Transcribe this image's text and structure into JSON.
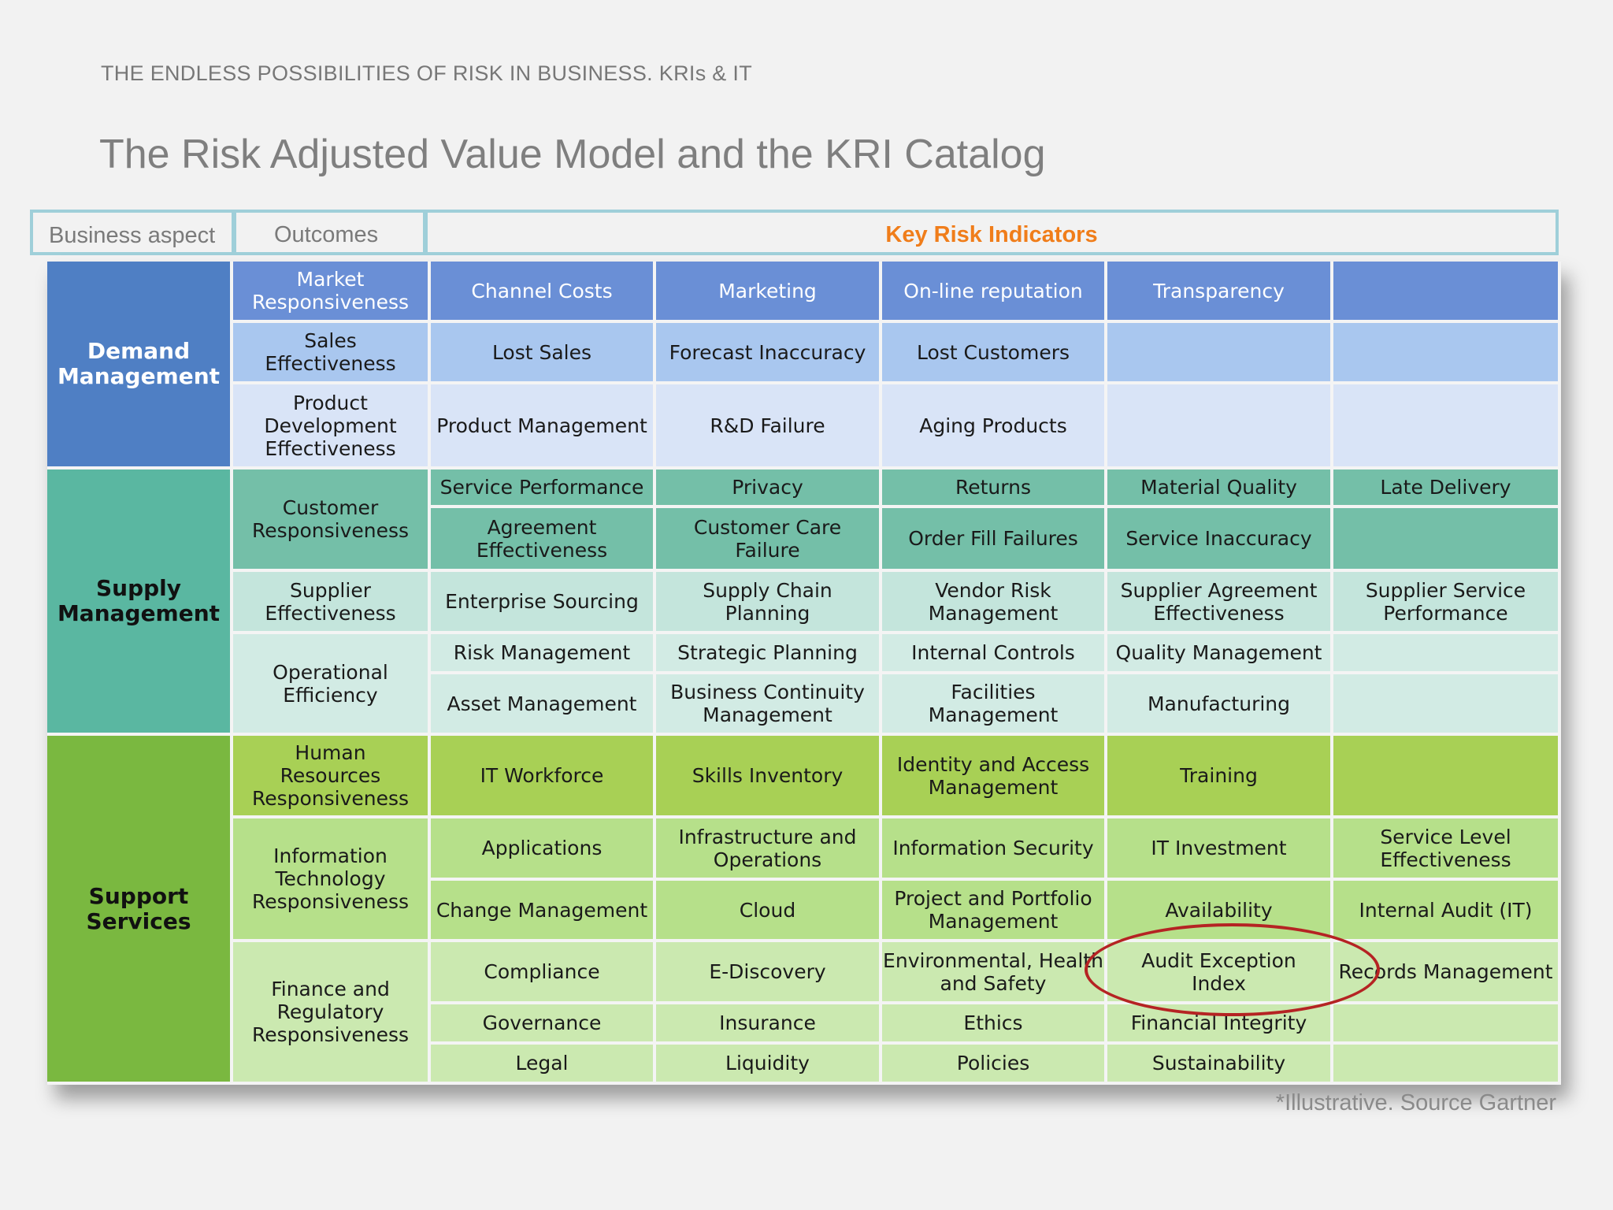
{
  "header": {
    "eyebrow": "THE ENDLESS POSSIBILITIES OF RISK IN BUSINESS. KRIs & IT",
    "title": "The Risk Adjusted Value Model and the KRI Catalog"
  },
  "table_header": {
    "aspect": "Business aspect",
    "outcomes": "Outcomes",
    "kri": "Key Risk Indicators"
  },
  "colors": {
    "demand_dark": "#4f7fc4",
    "demand_header": "#6a8fd6",
    "demand_mid": "#a9c7ef",
    "demand_light": "#d9e4f7",
    "supply_dark": "#5ab7a1",
    "supply_mid": "#74bfa8",
    "supply_light": "#c4e5dc",
    "supply_pale": "#d2ebe4",
    "support_dark": "#7ab840",
    "support_mid": "#a8d055",
    "support_light": "#b6e08a",
    "support_pale": "#cbe9b0",
    "accent": "#f07d1a",
    "circle": "#b52323"
  },
  "aspects": [
    {
      "label": "Demand\nManagement"
    },
    {
      "label": "Supply\nManagement"
    },
    {
      "label": "Support\nServices"
    }
  ],
  "outcomes": [
    "Market\nResponsiveness",
    "Sales\nEffectiveness",
    "Product\nDevelopment\nEffectiveness",
    "Customer\nResponsiveness",
    "Supplier\nEffectiveness",
    "Operational\nEfficiency",
    "Human\nResources\nResponsiveness",
    "Information\nTechnology\nResponsiveness",
    "Finance and\nRegulatory\nResponsiveness"
  ],
  "kri_rows": [
    [
      "Channel Costs",
      "Marketing",
      "On-line reputation",
      "Transparency",
      ""
    ],
    [
      "Lost Sales",
      "Forecast Inaccuracy",
      "Lost Customers",
      "",
      ""
    ],
    [
      "Product Management",
      "R&D Failure",
      "Aging Products",
      "",
      ""
    ],
    [
      "Service Performance",
      "Privacy",
      "Returns",
      "Material Quality",
      "Late Delivery"
    ],
    [
      "Agreement\nEffectiveness",
      "Customer Care\nFailure",
      "Order Fill Failures",
      "Service Inaccuracy",
      ""
    ],
    [
      "Enterprise Sourcing",
      "Supply Chain\nPlanning",
      "Vendor Risk\nManagement",
      "Supplier Agreement\nEffectiveness",
      "Supplier Service\nPerformance"
    ],
    [
      "Risk Management",
      "Strategic Planning",
      "Internal Controls",
      "Quality Management",
      ""
    ],
    [
      "Asset Management",
      "Business Continuity\nManagement",
      "Facilities\nManagement",
      "Manufacturing",
      ""
    ],
    [
      "IT Workforce",
      "Skills Inventory",
      "Identity and Access\nManagement",
      "Training",
      ""
    ],
    [
      "Applications",
      "Infrastructure and\nOperations",
      "Information Security",
      "IT Investment",
      "Service Level\nEffectiveness"
    ],
    [
      "Change Management",
      "Cloud",
      "Project and Portfolio\nManagement",
      "Availability",
      "Internal Audit (IT)"
    ],
    [
      "Compliance",
      "E-Discovery",
      "Environmental, Health\nand Safety",
      "Audit Exception\nIndex",
      "Records Management"
    ],
    [
      "Governance",
      "Insurance",
      "Ethics",
      "Financial Integrity",
      ""
    ],
    [
      "Legal",
      "Liquidity",
      "Policies",
      "Sustainability",
      ""
    ]
  ],
  "footnote": "*Illustrative. Source Gartner"
}
